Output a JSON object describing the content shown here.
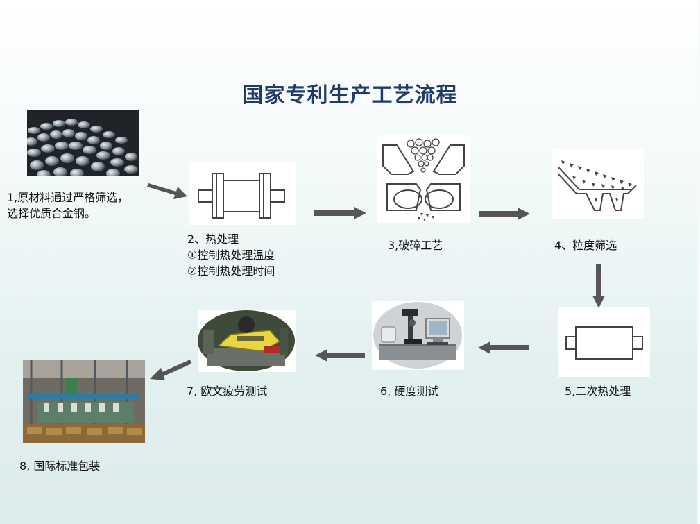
{
  "title": "国家专利生产工艺流程",
  "steps": {
    "s1": {
      "line1": "1,原材料通过严格筛选，",
      "line2": "选择优质合金钢。"
    },
    "s2": {
      "line1": "2、热处理",
      "line2": "①控制热处理温度",
      "line3": "②控制热处理时间"
    },
    "s3": {
      "line1": "3,破碎工艺"
    },
    "s4": {
      "line1": "4、粒度筛选"
    },
    "s5": {
      "line1": "5,二次热处理"
    },
    "s6": {
      "line1": "6, 硬度测试"
    },
    "s7": {
      "line1": "7, 欧文疲劳测试"
    },
    "s8": {
      "line1": "8, 国际标准包装"
    }
  },
  "colors": {
    "title": "#1f3a6b",
    "arrow": "#555555",
    "line_drawing": "#444444"
  },
  "icons": [
    "steel-balls-photo-icon",
    "furnace-drum-icon",
    "crusher-icon",
    "screen-sieve-icon",
    "drum-icon",
    "microscope-photo-icon",
    "fatigue-tester-photo-icon",
    "factory-packaging-photo-icon",
    "arrow-icon"
  ]
}
